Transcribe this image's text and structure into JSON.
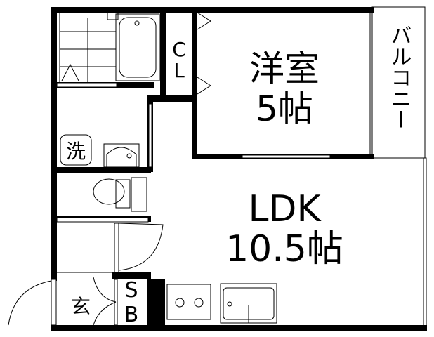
{
  "rooms": {
    "western_room": {
      "name": "洋室",
      "size": "5帖"
    },
    "ldk": {
      "name": "LDK",
      "size": "10.5帖"
    },
    "closet": {
      "c": "C",
      "l": "L"
    },
    "balcony": "バルコニー",
    "washroom": "洗",
    "entrance": "玄",
    "shoe_box": {
      "s": "S",
      "b": "B"
    }
  },
  "colors": {
    "wall": "#000000",
    "background": "#ffffff"
  }
}
